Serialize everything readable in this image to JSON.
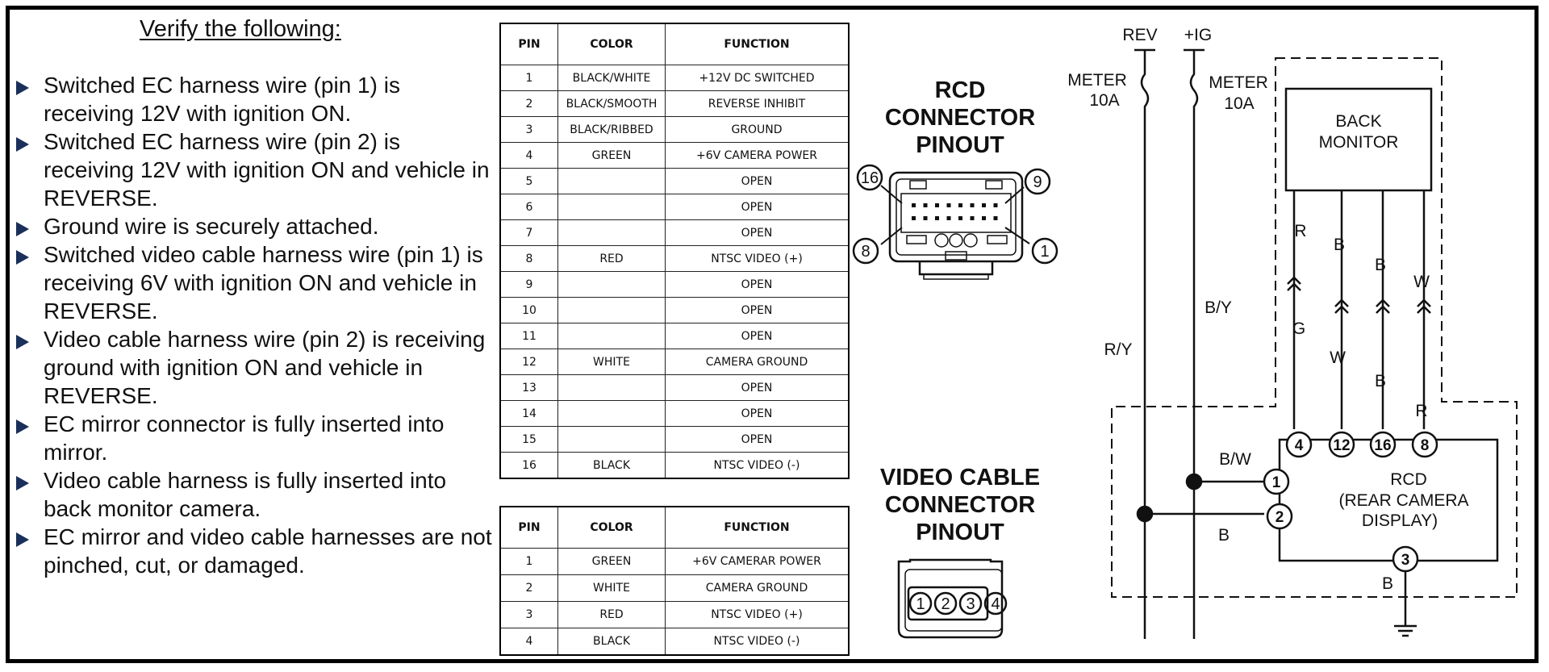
{
  "checklist": {
    "title": "Verify the following:",
    "items": [
      "Switched EC harness wire (pin 1) is receiving 12V with ignition ON.",
      "Switched EC harness wire (pin 2) is receiving 12V with ignition ON and vehicle in REVERSE.",
      "Ground wire is securely attached.",
      "Switched video cable harness wire (pin 1) is receiving 6V with ignition ON and vehicle in REVERSE.",
      "Video cable harness wire (pin 2) is receiving ground with ignition ON and vehicle in REVERSE.",
      "EC mirror connector is fully inserted into mirror.",
      "Video cable harness is fully inserted into back monitor camera.",
      "EC mirror and video cable harnesses are not pinched, cut, or damaged."
    ]
  },
  "rcd_table": {
    "headers": [
      "PIN",
      "COLOR",
      "FUNCTION"
    ],
    "rows": [
      [
        "1",
        "BLACK/WHITE",
        "+12V DC SWITCHED"
      ],
      [
        "2",
        "BLACK/SMOOTH",
        "REVERSE INHIBIT"
      ],
      [
        "3",
        "BLACK/RIBBED",
        "GROUND"
      ],
      [
        "4",
        "GREEN",
        "+6V CAMERA POWER"
      ],
      [
        "5",
        "",
        "OPEN"
      ],
      [
        "6",
        "",
        "OPEN"
      ],
      [
        "7",
        "",
        "OPEN"
      ],
      [
        "8",
        "RED",
        "NTSC VIDEO (+)"
      ],
      [
        "9",
        "",
        "OPEN"
      ],
      [
        "10",
        "",
        "OPEN"
      ],
      [
        "11",
        "",
        "OPEN"
      ],
      [
        "12",
        "WHITE",
        "CAMERA GROUND"
      ],
      [
        "13",
        "",
        "OPEN"
      ],
      [
        "14",
        "",
        "OPEN"
      ],
      [
        "15",
        "",
        "OPEN"
      ],
      [
        "16",
        "BLACK",
        "NTSC VIDEO (-)"
      ]
    ]
  },
  "video_table": {
    "headers": [
      "PIN",
      "COLOR",
      "FUNCTION"
    ],
    "rows": [
      [
        "1",
        "GREEN",
        "+6V CAMERAR POWER"
      ],
      [
        "2",
        "WHITE",
        "CAMERA GROUND"
      ],
      [
        "3",
        "RED",
        "NTSC VIDEO (+)"
      ],
      [
        "4",
        "BLACK",
        "NTSC VIDEO (-)"
      ]
    ]
  },
  "rcd_pinout": {
    "title": "RCD CONNECTOR PINOUT",
    "callouts": [
      "16",
      "9",
      "8",
      "1"
    ]
  },
  "video_pinout": {
    "title": "VIDEO CABLE CONNECTOR PINOUT",
    "pins": [
      "1",
      "2",
      "3",
      "4"
    ]
  },
  "schematic": {
    "rev_label": "REV",
    "ig_label": "+IG",
    "fuse_left": [
      "METER",
      "10A"
    ],
    "fuse_right": [
      "METER",
      "10A"
    ],
    "back_monitor": [
      "BACK",
      "MONITOR"
    ],
    "rcd_box": [
      "RCD",
      "(REAR CAMERA",
      "DISPLAY)"
    ],
    "wire_labels": {
      "r_y": "R/Y",
      "b_y": "B/Y",
      "b_w": "B/W",
      "b_pin2": "B",
      "b_ground": "B",
      "top_r": "R",
      "top_b1": "B",
      "top_b2": "B",
      "top_w": "W",
      "low_g": "G",
      "low_w": "W",
      "low_b": "B",
      "low_r": "R"
    },
    "rcd_pins": [
      "4",
      "12",
      "16",
      "8",
      "1",
      "2",
      "3"
    ]
  },
  "colors": {
    "bullet": "#1a2f5a",
    "line": "#111111"
  }
}
